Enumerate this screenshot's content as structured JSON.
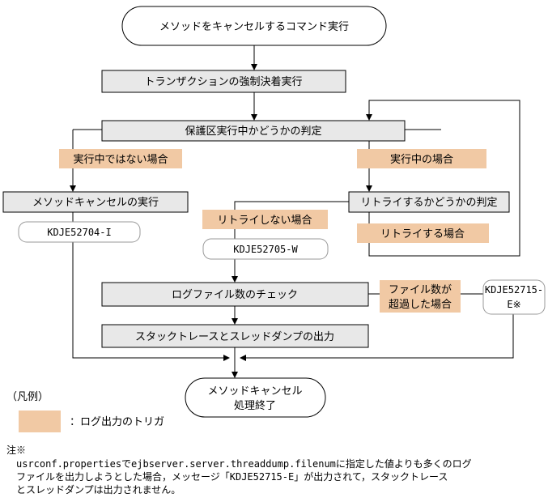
{
  "flow": {
    "start": "メソッドをキャンセルするコマンド実行",
    "step_force": "トランザクションの強制決着実行",
    "step_judge_protected": "保護区実行中かどうかの判定",
    "cond_not_running": "実行中ではない場合",
    "cond_running": "実行中の場合",
    "step_cancel": "メソッドキャンセルの実行",
    "msg_cancel": "KDJE52704-I",
    "step_judge_retry": "リトライするかどうかの判定",
    "cond_no_retry": "リトライしない場合",
    "cond_retry": "リトライする場合",
    "msg_no_retry": "KDJE52705-W",
    "step_log_check": "ログファイル数のチェック",
    "cond_files_exceeded_1": "ファイル数が",
    "cond_files_exceeded_2": "超過した場合",
    "msg_exceeded_1": "KDJE52715-",
    "msg_exceeded_2": "E※",
    "step_output": "スタックトレースとスレッドダンプの出力",
    "end_1": "メソッドキャンセル",
    "end_2": "処理終了"
  },
  "legend": {
    "title": "（凡例）",
    "swatch_label": "：ログ出力のトリガ",
    "swatch_color": "#f1c9a4"
  },
  "footnote": {
    "heading": "注※",
    "line1": "usrconf.propertiesでejbserver.server.threaddump.filenumに指定した値よりも多くのログ",
    "line2": "ファイルを出力しようとした場合，メッセージ「KDJE52715-E」が出力されて，スタックトレース",
    "line3": "とスレッドダンプは出力されません。"
  }
}
